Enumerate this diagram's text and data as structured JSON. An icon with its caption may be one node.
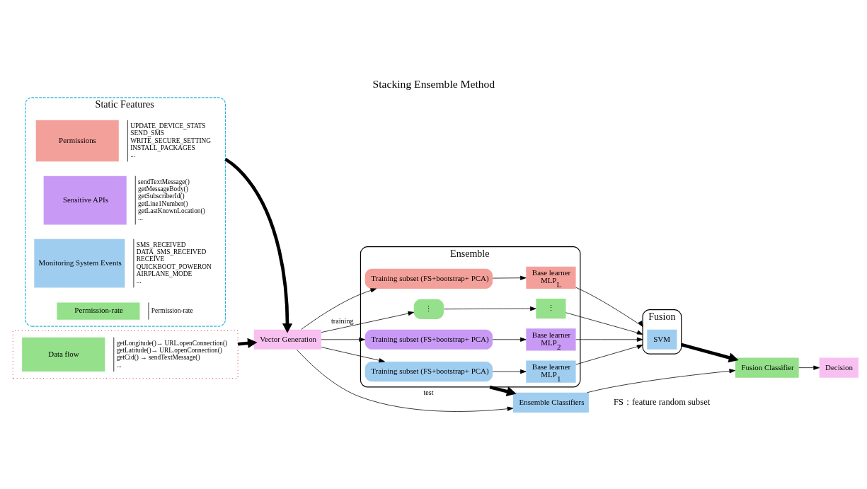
{
  "diagram": {
    "title": "Stacking Ensemble Method",
    "nodes": [
      {
        "text": [
          "Static Features"
        ]
      },
      {
        "text": [
          "Permissions"
        ],
        "in": 0,
        "beside": [
          "UPDATE_DEVICE_STATS",
          "SEND_SMS",
          "WRITE_SECURE_SETTING",
          "INSTALL_PACKAGES",
          "..."
        ]
      },
      {
        "text": [
          "Sensitive APIs"
        ],
        "in": 0,
        "beside": [
          "sendTextMessage()",
          "getMessageBody()",
          "getSubscriberId()",
          "getLine1Number()",
          "getLastKnownLocation()",
          "..."
        ]
      },
      {
        "text": [
          "Monitoring System Events"
        ],
        "in": 0,
        "beside": [
          "SMS_RECEIVED",
          "DATA_SMS_RECEIVED",
          "RECEIVE",
          "QUICKBOOT_POWERON",
          "AIRPLANE_MODE",
          "..."
        ]
      },
      {
        "text": [
          "Permission-rate"
        ],
        "in": 0,
        "beside": [
          "Permission-rate"
        ]
      },
      {
        "text": [],
        "shape": "box"
      },
      {
        "text": [
          "Data flow"
        ],
        "in": 5,
        "beside": [
          "getLongitude()→ URL.openConnection()",
          "getLatitude()→ URL.openConnection()",
          "getCid() → sendTextMessage()",
          "..."
        ]
      },
      {
        "text": [
          "Vector Generation"
        ]
      },
      {
        "text": [
          "Ensemble"
        ]
      },
      {
        "text": [
          "Training subset (FS+bootstrap+ PCA)"
        ],
        "in": 8
      },
      {
        "text": [
          "Base learner",
          "MLP$_{1}$"
        ],
        "in": 8
      },
      {
        "text": [
          "Training subset (FS+bootstrap+ PCA)"
        ],
        "in": 8
      },
      {
        "text": [
          "Base learner",
          "MLP$_{2}$"
        ],
        "in": 8
      },
      {
        "text": [
          "⋮"
        ],
        "in": 8
      },
      {
        "text": [
          "⋮"
        ],
        "in": 8
      },
      {
        "text": [
          "Training subset (FS+bootstrap+ PCA)"
        ],
        "in": 8
      },
      {
        "text": [
          "Base learner",
          "MLP$_{L}$"
        ],
        "in": 8
      },
      {
        "text": [
          "Fusion"
        ]
      },
      {
        "text": [
          "SVM"
        ],
        "in": 17
      },
      {
        "text": [
          "Ensemble Classifiers"
        ]
      },
      {
        "text": [
          "Fusion Classifier"
        ]
      },
      {
        "text": [
          "Decision"
        ]
      }
    ],
    "edges": [
      {
        "from": 0,
        "to": 7,
        "arrow": "to",
        "style": "thick"
      },
      {
        "from": 5,
        "to": 7,
        "arrow": "to",
        "style": "thick"
      },
      {
        "from": 7,
        "to": 9,
        "arrow": "to"
      },
      {
        "from": 7,
        "to": 11,
        "arrow": "to"
      },
      {
        "from": 7,
        "to": 13,
        "arrow": "to",
        "label": "training"
      },
      {
        "from": 7,
        "to": 15,
        "arrow": "to"
      },
      {
        "from": 9,
        "to": 10,
        "arrow": "to"
      },
      {
        "from": 11,
        "to": 12,
        "arrow": "to"
      },
      {
        "from": 13,
        "to": 14,
        "arrow": "to"
      },
      {
        "from": 15,
        "to": 16,
        "arrow": "to"
      },
      {
        "from": 10,
        "to": 17,
        "arrow": "to"
      },
      {
        "from": 12,
        "to": 17,
        "arrow": "to"
      },
      {
        "from": 14,
        "to": 17,
        "arrow": "to"
      },
      {
        "from": 16,
        "to": 17,
        "arrow": "to"
      },
      {
        "from": 8,
        "to": 19,
        "arrow": "to",
        "style": "thick"
      },
      {
        "from": 7,
        "to": 19,
        "arrow": "to",
        "label": "test"
      },
      {
        "from": 17,
        "to": 20,
        "arrow": "to",
        "style": "thick"
      },
      {
        "from": 19,
        "to": 20,
        "arrow": "to"
      },
      {
        "from": 20,
        "to": 21,
        "arrow": "to"
      }
    ],
    "labels": [
      "FS：feature random subset"
    ]
  }
}
